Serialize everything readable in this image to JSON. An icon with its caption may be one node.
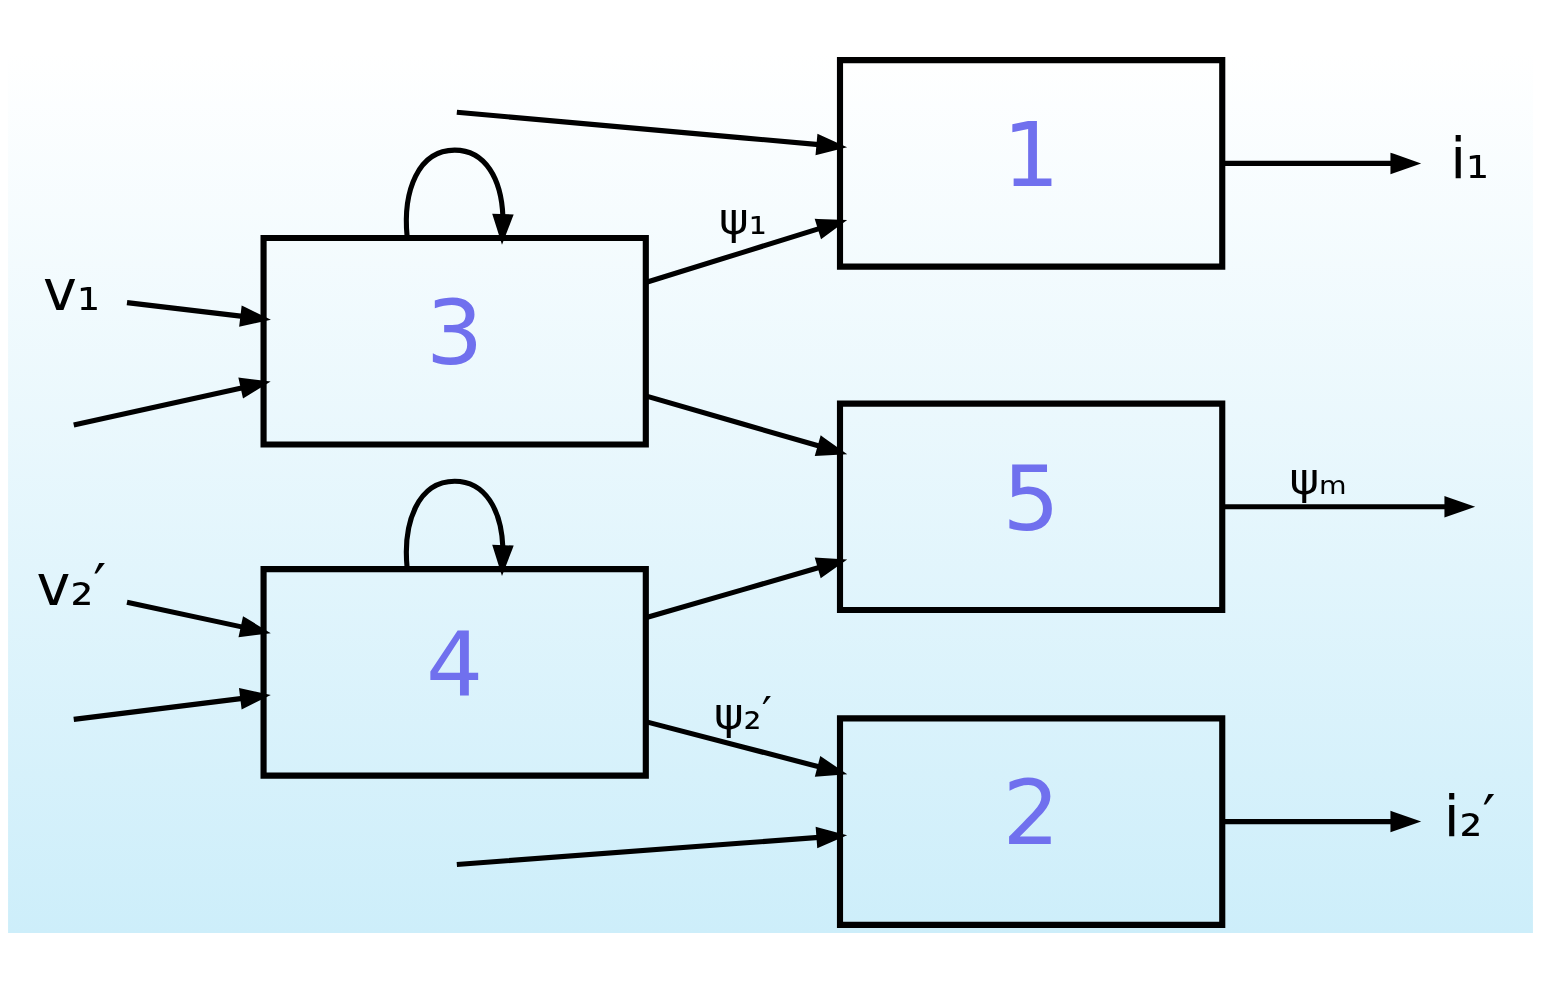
{
  "diagram": {
    "nodes": [
      {
        "text": [
          "3"
        ]
      },
      {
        "text": [
          "1"
        ]
      },
      {
        "text": [
          "5"
        ]
      },
      {
        "text": [
          "4"
        ]
      },
      {
        "text": [
          "2"
        ]
      },
      {
        "text": [
          "v₁"
        ]
      },
      {
        "text": [
          "i₁"
        ]
      },
      {
        "text": [
          "v₂′"
        ]
      },
      {
        "text": [
          "i₂′"
        ]
      }
    ],
    "edges": [
      {
        "from": null,
        "to": 0,
        "arrow": "to"
      },
      {
        "from": null,
        "to": 1,
        "arrow": "to"
      },
      {
        "from": 5,
        "to": 0,
        "arrow": "to"
      },
      {
        "from": 0,
        "to": 1,
        "arrow": "to",
        "label": "ψ₁"
      },
      {
        "from": 0,
        "to": 0,
        "arrow": "to"
      },
      {
        "from": 0,
        "to": 2,
        "arrow": "to"
      },
      {
        "from": 1,
        "to": 6,
        "arrow": "to"
      },
      {
        "from": 2,
        "to": null,
        "arrow": "to",
        "label": "ψₘ"
      },
      {
        "from": 3,
        "to": 2,
        "arrow": "to"
      },
      {
        "from": 3,
        "to": 3,
        "arrow": "to"
      },
      {
        "from": 7,
        "to": 3,
        "arrow": "to"
      },
      {
        "from": 3,
        "to": 4,
        "arrow": "to",
        "label": "ψ₂′"
      },
      {
        "from": null,
        "to": 3,
        "arrow": "to"
      },
      {
        "from": null,
        "to": 4,
        "arrow": "to"
      },
      {
        "from": 4,
        "to": 8,
        "arrow": "to"
      }
    ]
  }
}
